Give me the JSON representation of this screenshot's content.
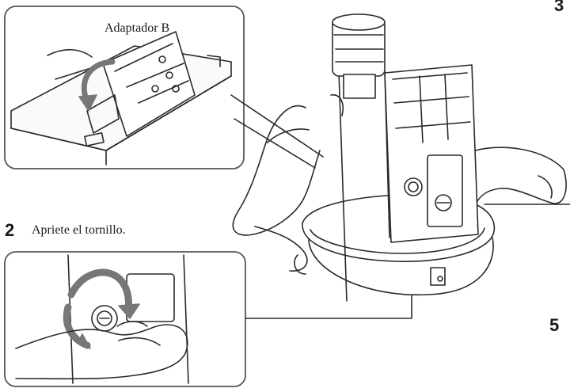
{
  "inset_top": {
    "label": "Adaptador B"
  },
  "step_2": {
    "number": "2",
    "instruction": "Apriete el tornillo."
  },
  "step_3": {
    "number": "3"
  },
  "step_5": {
    "number": "5"
  },
  "colors": {
    "line": "#2a2a2a",
    "arrow_gray": "#7a7a7a",
    "panel_border": "#555555"
  }
}
